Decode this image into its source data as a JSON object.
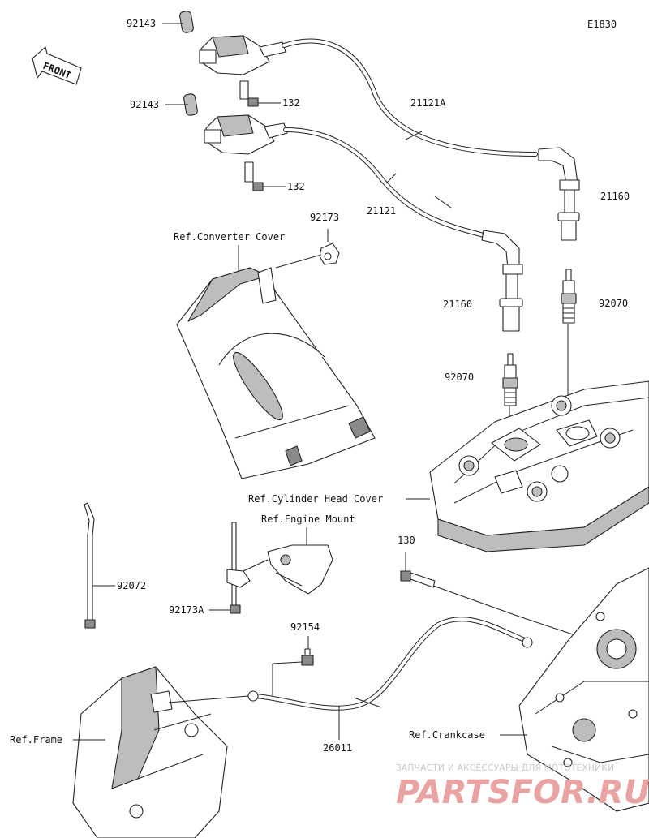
{
  "diagram": {
    "code": "E1830",
    "front_arrow": "FRONT",
    "parts": {
      "p92143_top": "92143",
      "p92143_mid": "92143",
      "p132_top": "132",
      "p132_mid": "132",
      "p21121A": "21121A",
      "p21121": "21121",
      "p21160_right": "21160",
      "p21160_left": "21160",
      "p92173": "92173",
      "p92070_right": "92070",
      "p92070_left": "92070",
      "p92072": "92072",
      "p92173A": "92173A",
      "p130": "130",
      "p92154": "92154",
      "p26011": "26011"
    },
    "refs": {
      "converter_cover": "Ref.Converter Cover",
      "cylinder_head_cover": "Ref.Cylinder Head Cover",
      "engine_mount": "Ref.Engine Mount",
      "frame": "Ref.Frame",
      "crankcase": "Ref.Crankcase"
    }
  },
  "watermark": {
    "tagline": "ЗАПЧАСТИ И АКСЕССУАРЫ ДЛЯ МОТОТЕХНИКИ",
    "brand": "PARTSFOR.RU"
  }
}
